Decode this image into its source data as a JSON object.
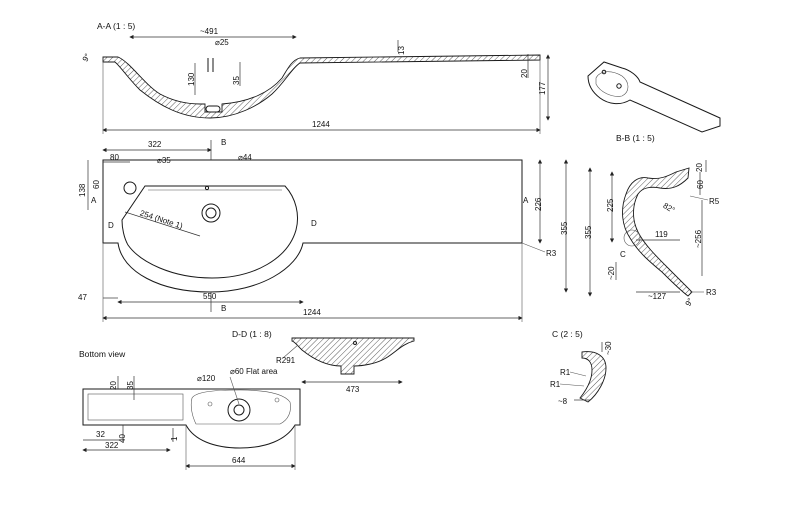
{
  "drawing": {
    "sections": {
      "aa": "A-A (1 : 5)",
      "bb": "B-B (1 : 5)",
      "dd": "D-D (1 : 8)",
      "c": "C (2 : 5)",
      "bottom": "Bottom view"
    },
    "markers": {
      "a": "A",
      "b": "B",
      "c": "C",
      "d": "D"
    },
    "aa_dims": {
      "w491": "~491",
      "d25": "⌀25",
      "v13": "13",
      "a9": "9°",
      "h130": "130",
      "h35": "35",
      "h20": "20",
      "h177": "177",
      "w1244": "1244"
    },
    "top_dims": {
      "w322": "322",
      "w80": "80",
      "d35": "⌀35",
      "d44": "⌀44",
      "h138": "138",
      "h60": "60",
      "note": "254 (Note 1)",
      "h226": "226",
      "h355": "355",
      "r3": "R3",
      "w47": "47",
      "w550": "550",
      "w1244": "1244"
    },
    "bb_dims": {
      "h20": "20",
      "h60": "60",
      "h225": "225",
      "a82": "82°",
      "r5": "R5",
      "h355": "355",
      "w119": "119",
      "h256": "~256",
      "h20b": "~20",
      "w127": "~127",
      "a9": "9°",
      "r3": "R3"
    },
    "dd_dims": {
      "r291": "R291",
      "w473": "473"
    },
    "c_dims": {
      "v30": "~30",
      "r1a": "R1",
      "r1b": "R1",
      "w8": "~8"
    },
    "bottom_dims": {
      "h20": "20",
      "h35": "35",
      "d120": "⌀120",
      "d60": "⌀60 Flat area",
      "w32": "32",
      "h40": "40",
      "w322": "322",
      "v1": "1",
      "w644": "644"
    }
  }
}
